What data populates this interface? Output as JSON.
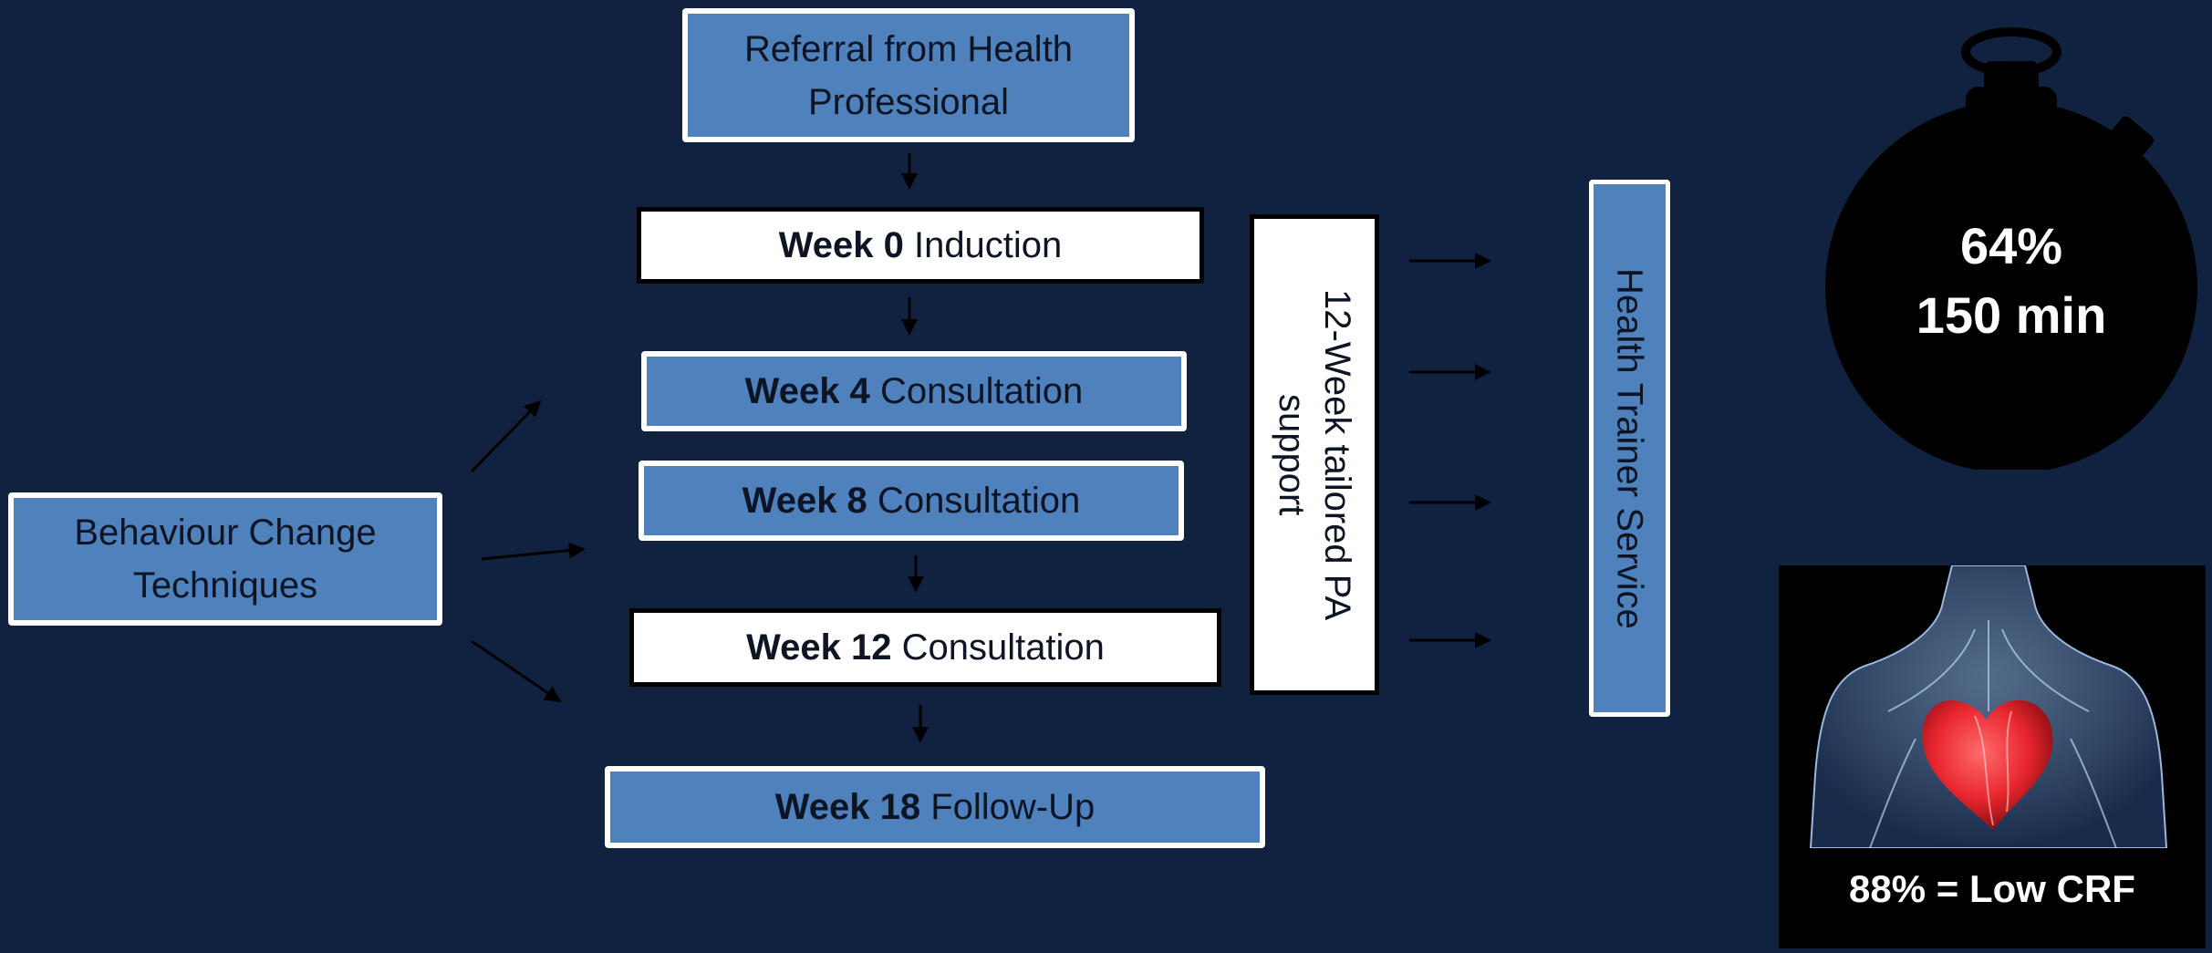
{
  "referral": {
    "label": "Referral from Health Professional"
  },
  "weeks": [
    {
      "num": "Week 0",
      "label": "Induction"
    },
    {
      "num": "Week 4",
      "label": "Consultation"
    },
    {
      "num": "Week 8",
      "label": "Consultation"
    },
    {
      "num": "Week 12",
      "label": "Consultation"
    },
    {
      "num": "Week 18",
      "label": "Follow-Up"
    }
  ],
  "bct": {
    "label": "Behaviour Change Techniques"
  },
  "support": {
    "label": "12-Week tailored PA support"
  },
  "trainer": {
    "label": "Health Trainer Service"
  },
  "stopwatch": {
    "line1": "64%",
    "line2": "150 min"
  },
  "heart": {
    "caption": "88% = Low CRF"
  },
  "colors": {
    "background": "#112240",
    "box_blue": "#4f81bd",
    "heart_red": "#e8262e"
  }
}
